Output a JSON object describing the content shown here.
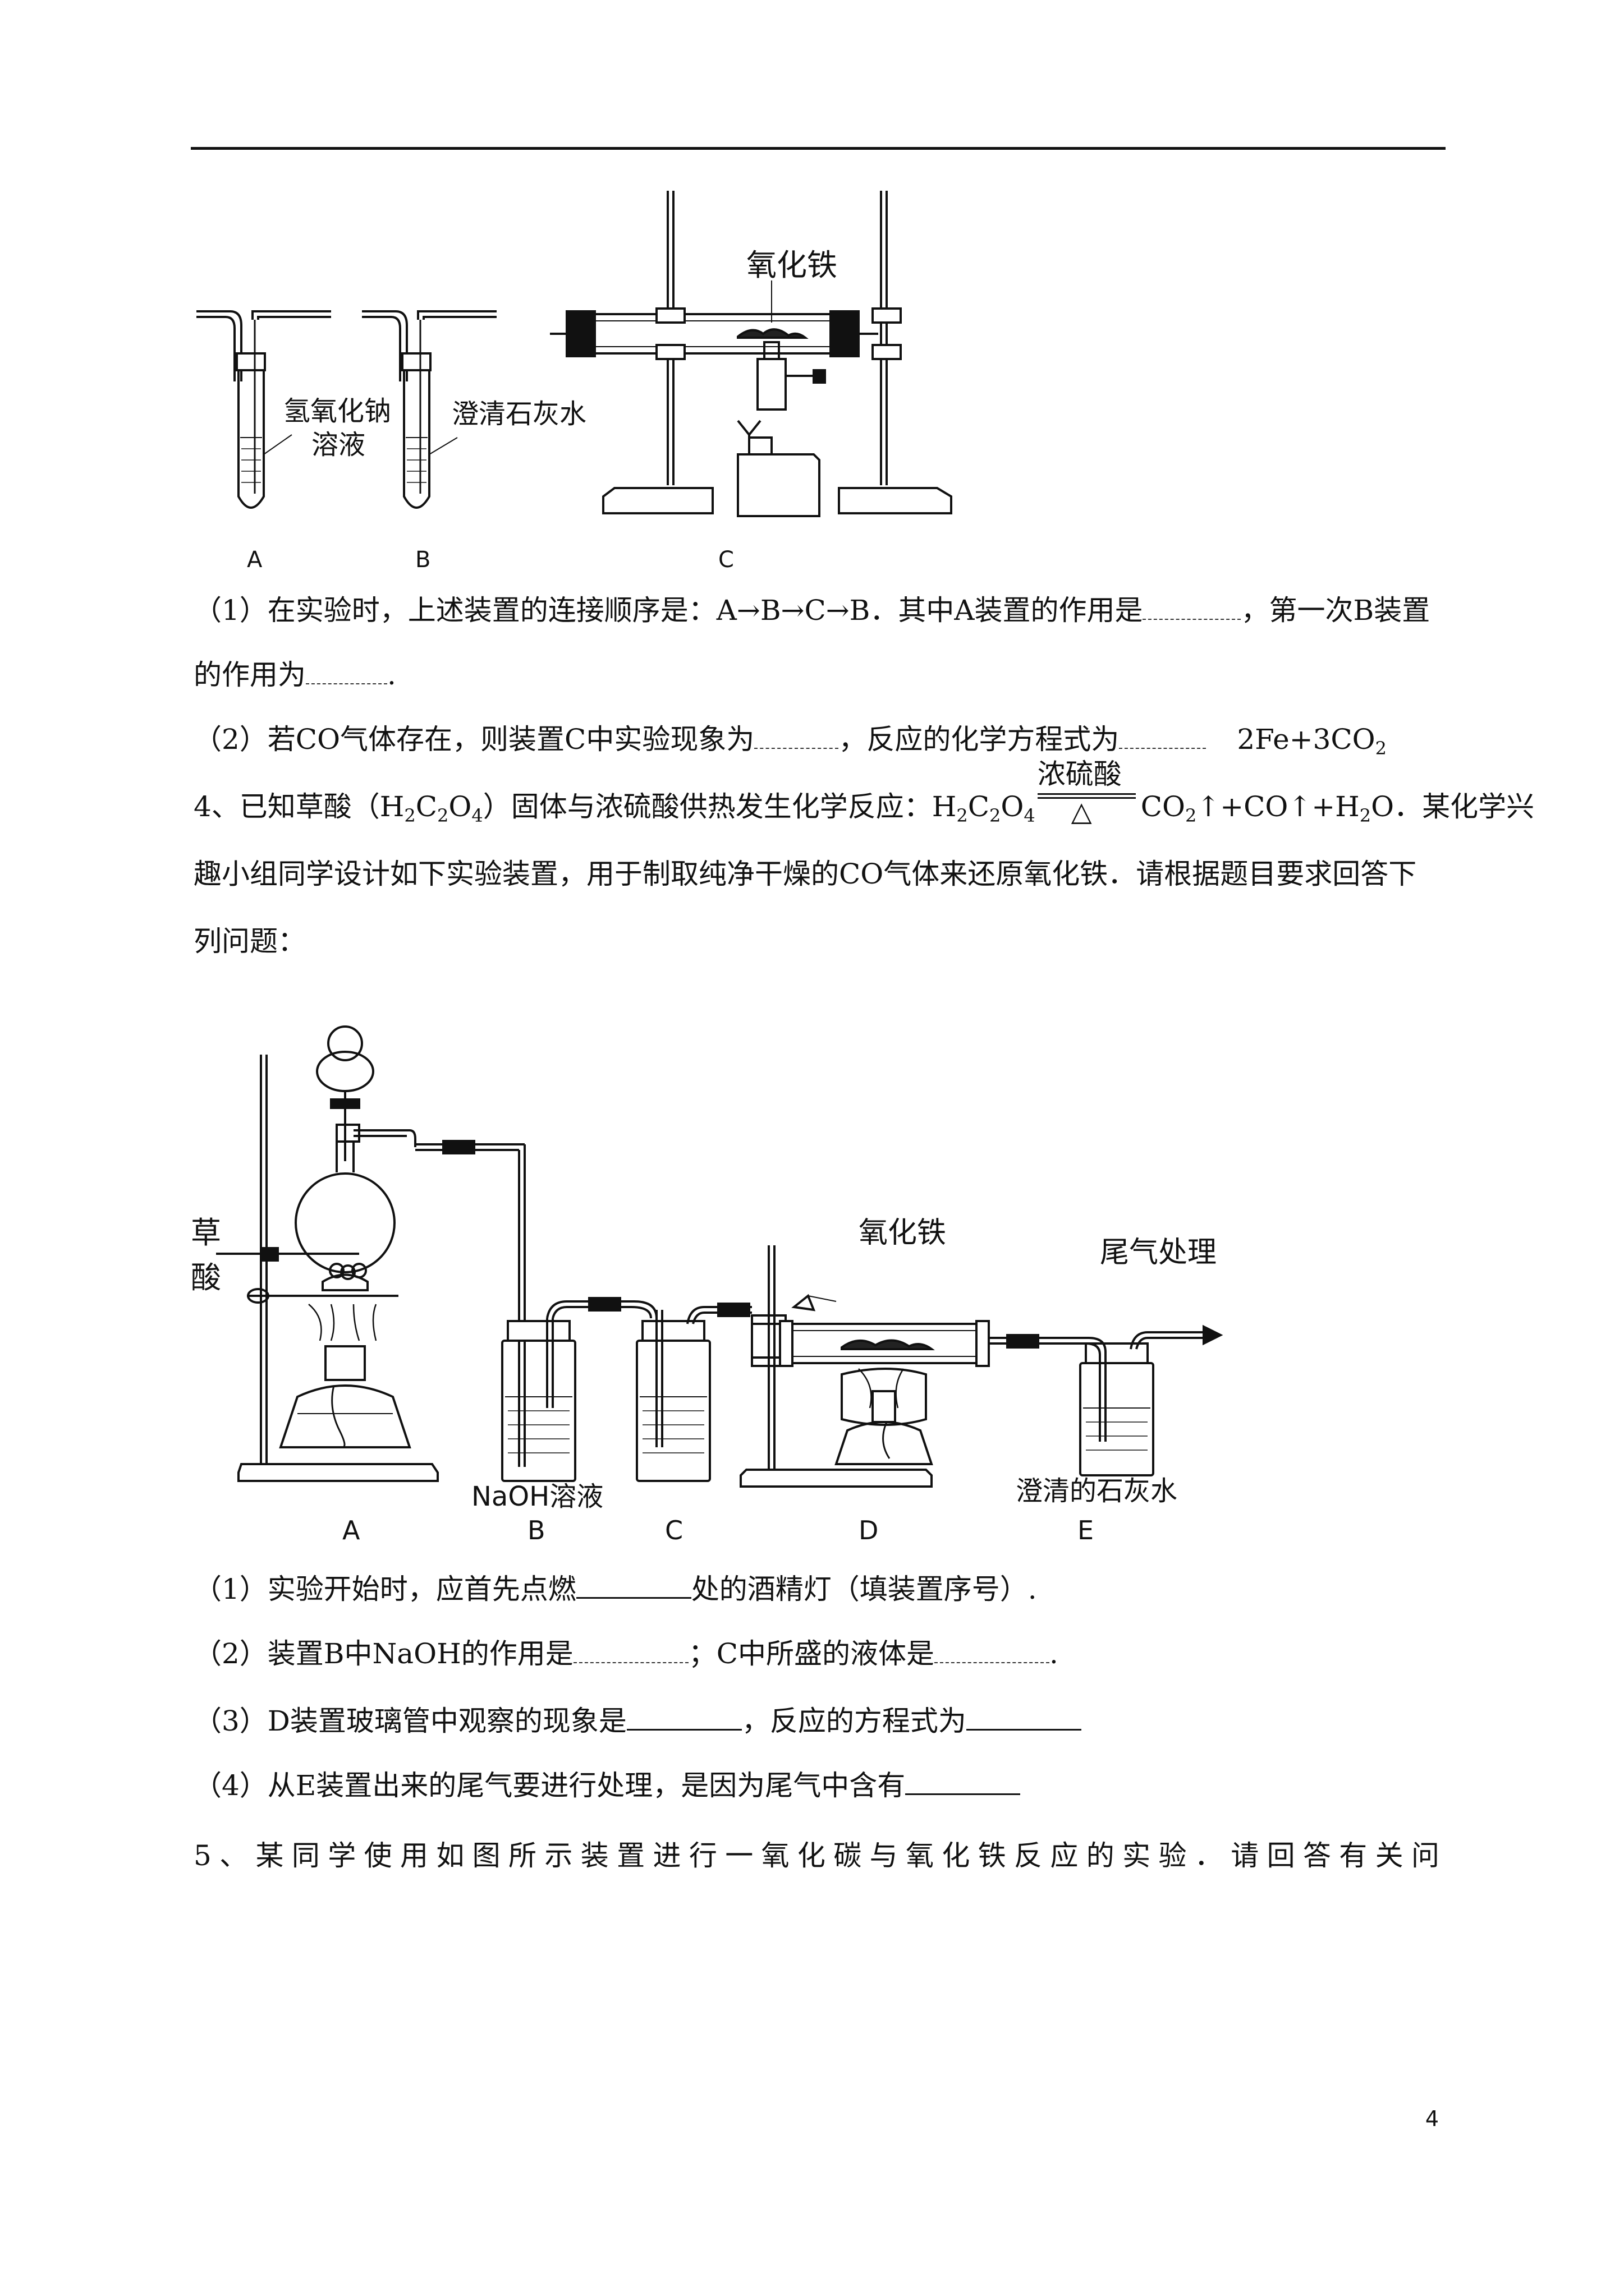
{
  "fig1": {
    "labels": {
      "A": "A",
      "B": "B",
      "C": "C"
    },
    "tube_a_label_line1": "氢氧化钠",
    "tube_a_label_line2": "溶液",
    "tube_b_label": "澄清石灰水",
    "iron_oxide_label": "氧化铁"
  },
  "q3": {
    "p1_line1": "（1）在实验时，上述装置的连接顺序是：A→B→C→B．其中A装置的作用是",
    "p1_mid": "，第一次B装置",
    "p1_line2": "的作用为",
    "p1_end": ".",
    "p2_a": "（2）若CO气体存在，则装置C中实验现象为",
    "p2_b": "，反应的化学方程式为",
    "p2_c": "2Fe+3CO",
    "p2_c_sub": "2"
  },
  "q4": {
    "intro_a": "4、已知草酸（H",
    "intro_b": "C",
    "intro_c": "O",
    "intro_d": "）固体与浓硫酸供热发生化学反应：H",
    "intro_e": "C",
    "intro_f": "O",
    "cond_top": "浓硫酸",
    "cond_bottom": "△",
    "products_a": "CO",
    "products_b": "↑+CO↑+H",
    "products_c": "O．某化学兴",
    "sub_2": "2",
    "sub_4": "4",
    "line2": "趣小组同学设计如下实验装置，用于制取纯净干燥的CO气体来还原氧化铁．请根据题目要求回答下",
    "line3": "列问题：",
    "p1_a": "（1）实验开始时，应首先点燃",
    "p1_b": "处的酒精灯（填装置序号）.",
    "p2_a": "（2）装置B中NaOH的作用是",
    "p2_b": "；C中所盛的液体是",
    "p2_c": ".",
    "p3_a": "（3）D装置玻璃管中观察的现象是",
    "p3_b": "，反应的方程式为",
    "p4_a": "（4）从E装置出来的尾气要进行处理，是因为尾气中含有"
  },
  "fig2": {
    "labels": {
      "A": "A",
      "B": "B",
      "C": "C",
      "D": "D",
      "E": "E"
    },
    "oxalic_1": "草",
    "oxalic_2": "酸",
    "naoh": "NaOH溶液",
    "iron_oxide": "氧化铁",
    "tail_gas": "尾气处理",
    "limewater": "澄清的石灰水"
  },
  "q5": {
    "text": "5、某同学使用如图所示装置进行一氧化碳与氧化铁反应的实验．请回答有关问"
  },
  "page_number": "4"
}
